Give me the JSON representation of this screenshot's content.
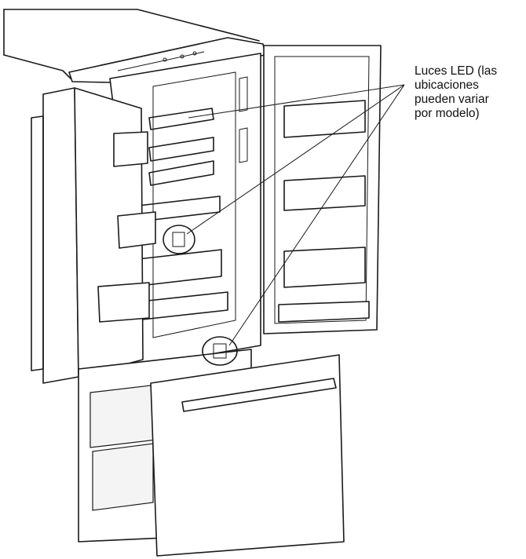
{
  "callout": {
    "lines": [
      "Luces LED (las",
      "ubicaciones",
      "pueden variar",
      "por modelo)"
    ]
  },
  "colors": {
    "line": "#1a1a1a",
    "background": "#ffffff"
  }
}
